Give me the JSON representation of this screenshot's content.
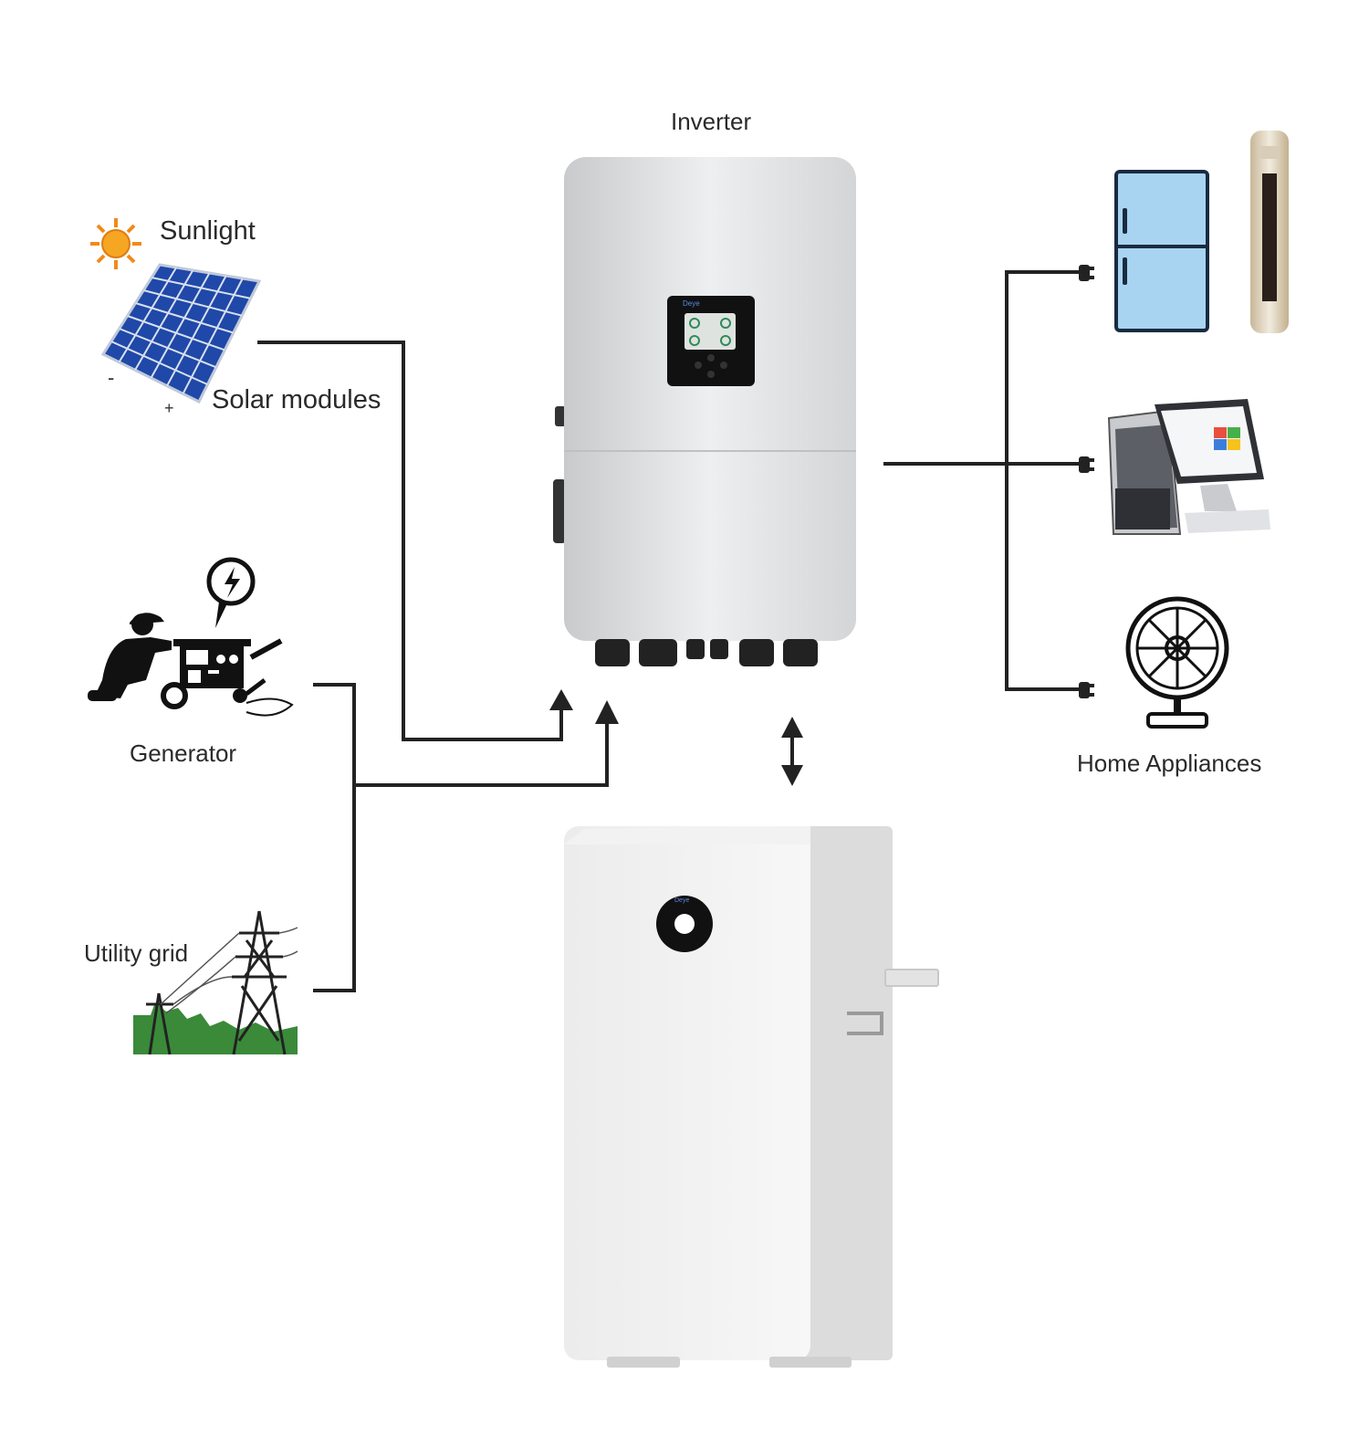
{
  "labels": {
    "inverter": "Inverter",
    "sunlight": "Sunlight",
    "solar_modules": "Solar modules",
    "generator": "Generator",
    "utility_grid": "Utility grid",
    "home_appliances": "Home Appliances"
  },
  "brand": "Deye",
  "colors": {
    "wire": "#222222",
    "solar_panel": "#1f48a8",
    "sun": "#f08a1c",
    "grid_green": "#3a8a3a",
    "appliance_blue": "#a8d4f2",
    "enclosure": "#e6e7e9"
  }
}
